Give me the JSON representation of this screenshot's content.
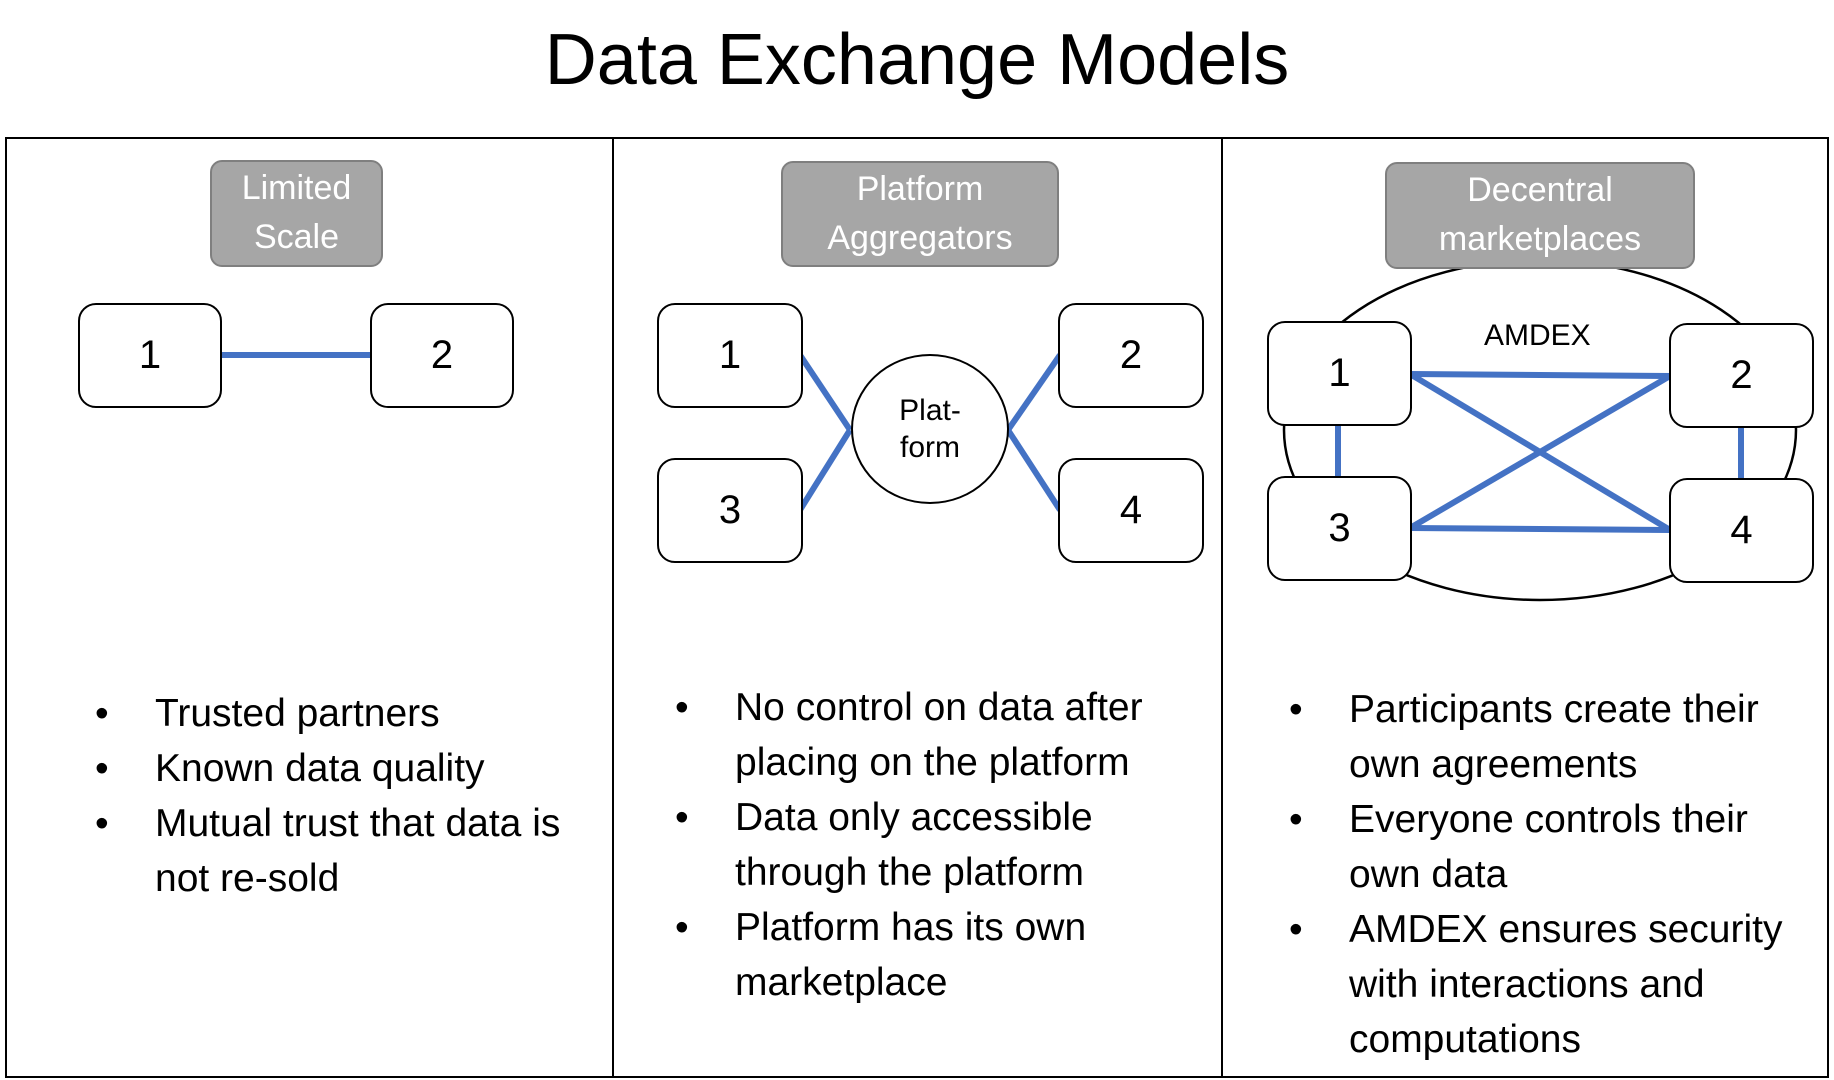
{
  "title": "Data Exchange Models",
  "panels": [
    {
      "label": "Limited\nScale",
      "nodes": [
        "1",
        "2"
      ],
      "bullets": [
        "Trusted partners",
        "Known data quality",
        "Mutual trust that data is not re-sold"
      ]
    },
    {
      "label": "Platform\nAggregators",
      "nodes": [
        "1",
        "2",
        "3",
        "4"
      ],
      "hub": "Plat-\nform",
      "bullets": [
        "No control on data after placing on the platform",
        "Data only accessible through the platform",
        "Platform has its own marketplace"
      ]
    },
    {
      "label": "Decentral\nmarketplaces",
      "nodes": [
        "1",
        "2",
        "3",
        "4"
      ],
      "network": "AMDEX",
      "bullets": [
        "Participants create their own agreements",
        "Everyone controls their own data",
        "AMDEX ensures security with interactions and computations"
      ]
    }
  ],
  "colors": {
    "link": "#4472c4",
    "label_fill": "#a6a6a6",
    "label_border": "#7f7f7f"
  }
}
